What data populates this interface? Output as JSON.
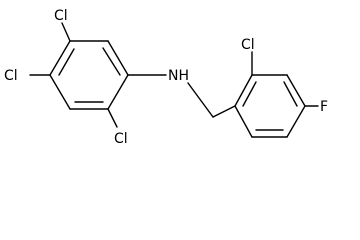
{
  "molecule": {
    "atoms": {
      "cl_top": "Cl",
      "cl_left": "Cl",
      "cl_bottom": "Cl",
      "nh": "NH",
      "cl_right": "Cl",
      "f": "F"
    }
  },
  "colors": {
    "bond": "#000000",
    "label": "#000000",
    "background": "#ffffff"
  }
}
